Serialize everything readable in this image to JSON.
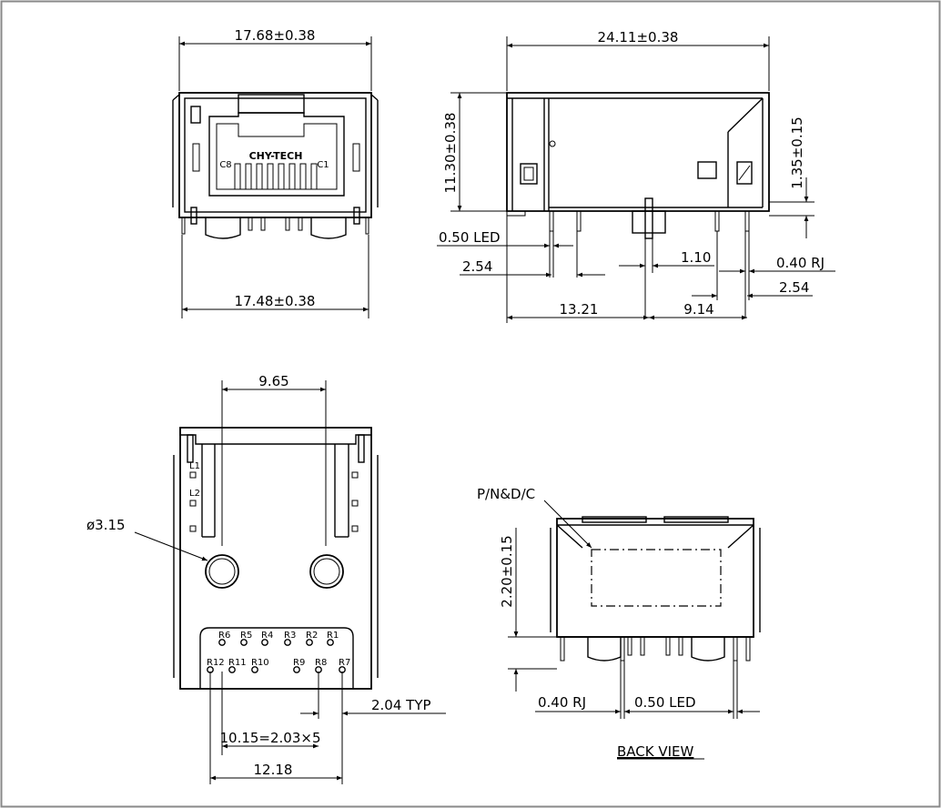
{
  "front": {
    "top_width": "17.68±0.38",
    "bottom_width": "17.48±0.38",
    "logo": "CHY-TECH",
    "c8": "C8",
    "c1": "C1"
  },
  "side": {
    "length": "24.11±0.38",
    "height": "11.30±0.38",
    "tab_height": "1.35±0.15",
    "led_pin": "0.50 LED",
    "pitch_left": "2.54",
    "offset": "1.10",
    "rj_pin": "0.40 RJ",
    "pitch_right": "2.54",
    "len_left": "13.21",
    "len_right": "9.14"
  },
  "bottom": {
    "hole_spacing": "9.65",
    "hole_dia": "ø3.15",
    "l1": "L1",
    "l2": "L2",
    "row_top": [
      "R6",
      "R5",
      "R4",
      "R3",
      "R2",
      "R1"
    ],
    "row_bottom": [
      "R12",
      "R11",
      "R10",
      "R9",
      "R8",
      "R7"
    ],
    "typ": "2.04 TYP",
    "pin_span": "10.15=2.03×5",
    "total": "12.18"
  },
  "back": {
    "pnd": "P/N&D/C",
    "height": "2.20±0.15",
    "rj_pin": "0.40 RJ",
    "led_pin": "0.50 LED",
    "title": "BACK VIEW"
  }
}
